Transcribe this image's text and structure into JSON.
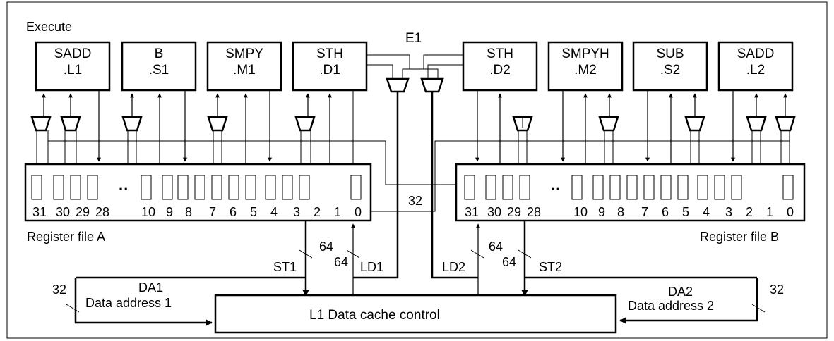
{
  "title": "Execute",
  "stage_label": "E1",
  "units": [
    {
      "op": "SADD",
      "name": ".L1"
    },
    {
      "op": "B",
      "name": ".S1"
    },
    {
      "op": "SMPY",
      "name": ".M1"
    },
    {
      "op": "STH",
      "name": ".D1"
    },
    {
      "op": "STH",
      "name": ".D2"
    },
    {
      "op": "SMPYH",
      "name": ".M2"
    },
    {
      "op": "SUB",
      "name": ".S2"
    },
    {
      "op": "SADD",
      "name": ".L2"
    }
  ],
  "register_file_a": {
    "label": "Register file A",
    "numbers": [
      "31",
      "30",
      "29",
      "28",
      "10",
      "9",
      "8",
      "7",
      "6",
      "5",
      "4",
      "3",
      "2",
      "1",
      "0"
    ],
    "ellipsis": ".."
  },
  "register_file_b": {
    "label": "Register file B",
    "numbers": [
      "31",
      "30",
      "29",
      "28",
      "10",
      "9",
      "8",
      "7",
      "6",
      "5",
      "4",
      "3",
      "2",
      "1",
      "0"
    ],
    "ellipsis": ".."
  },
  "cross_path_width": "32",
  "buses": {
    "st1": "ST1",
    "ld1": "LD1",
    "ld2": "LD2",
    "st2": "ST2",
    "st1_width": "64",
    "ld1_width": "64",
    "ld2_width": "64",
    "st2_width": "64"
  },
  "address": {
    "da1": "DA1",
    "da1_desc": "Data address 1",
    "da1_width": "32",
    "da2": "DA2",
    "da2_desc": "Data address 2",
    "da2_width": "32"
  },
  "cache": "L1 Data cache control"
}
